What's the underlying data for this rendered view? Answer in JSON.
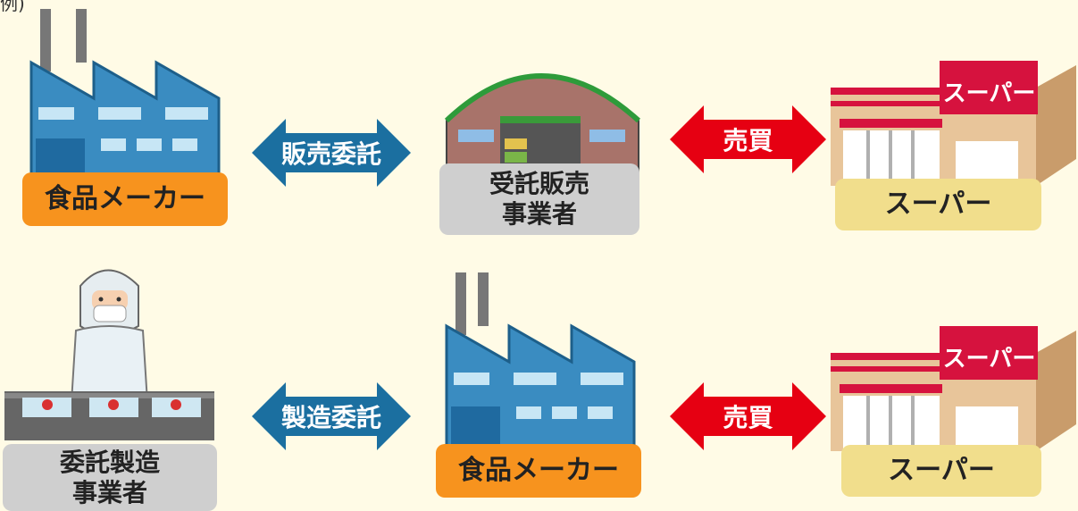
{
  "prefix": "例)",
  "row1": {
    "left_label": "食品メーカー",
    "arrow_label": "販売委託",
    "middle_label": "受託販売\n事業者",
    "right_arrow_label": "売買",
    "right_label": "スーパー",
    "store_sign": "スーパー"
  },
  "row2": {
    "left_label": "委託製造\n事業者",
    "arrow_label": "製造委託",
    "middle_label": "食品メーカー",
    "right_arrow_label": "売買",
    "right_label": "スーパー",
    "store_sign": "スーパー"
  },
  "colors": {
    "background": "#fffbe6",
    "factory": "#3a8cc1",
    "blue_arrow": "#1b6fa0",
    "red_arrow": "#e60012",
    "orange_label": "#f7931e",
    "gray_label": "#cfcfcf",
    "yellow_label": "#f1de8c"
  }
}
